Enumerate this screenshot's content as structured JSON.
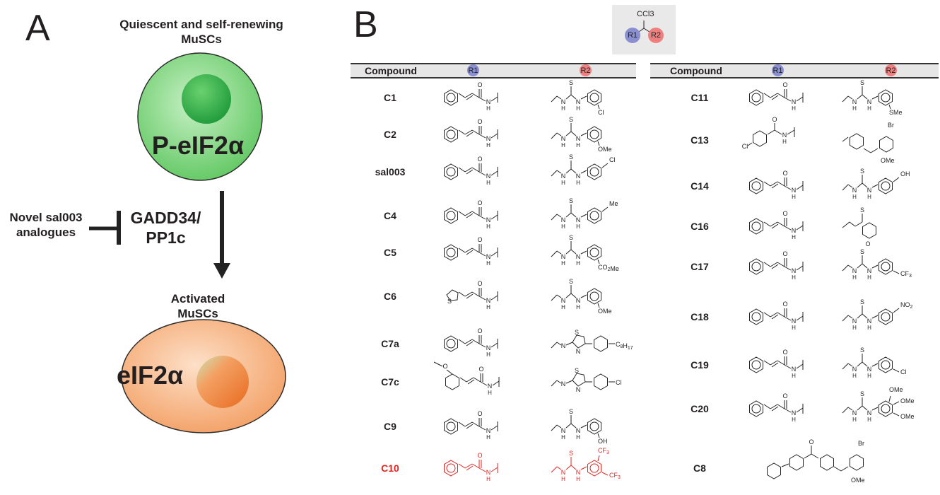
{
  "panel_a": {
    "letter": "A",
    "top_title_line1": "Quiescent and self-renewing",
    "top_title_line2": "MuSCs",
    "top_cell_label": "P-eIF2α",
    "inhibitor_line1": "Novel sal003",
    "inhibitor_line2": "analogues",
    "target_line1": "GADD34/",
    "target_line2": "PP1c",
    "bottom_title_line1": "Activated",
    "bottom_title_line2": "MuSCs",
    "bottom_cell_label": "eIF2α",
    "colors": {
      "quiescent_cell": "#7dd67b",
      "nucleus_green": "#2eaa45",
      "activated_cell": "#f4a36c",
      "nucleus_orange": "#ee7a2c"
    }
  },
  "panel_b": {
    "letter": "B",
    "scaffold": {
      "group": "CCl3",
      "r1": "R1",
      "r2": "R2",
      "r1_color": "#8a8fd0",
      "r2_color": "#ee8080"
    },
    "header": {
      "compound": "Compound",
      "r1": "R1",
      "r2": "R2"
    },
    "left_rows": [
      {
        "name": "C1",
        "r2_sub": "Cl",
        "r2_type": "thiourea-ortho"
      },
      {
        "name": "C2",
        "r2_sub": "OMe",
        "r2_type": "thiourea-ortho"
      },
      {
        "name": "sal003",
        "r2_sub": "Cl",
        "r2_type": "thiourea-para"
      },
      {
        "name": "C4",
        "r2_sub": "Me",
        "r2_type": "thiourea-para"
      },
      {
        "name": "C5",
        "r2_sub": "CO2Me",
        "r2_type": "thiourea-ortho"
      },
      {
        "name": "C6",
        "r2_sub": "OMe",
        "r2_type": "thiourea-ortho"
      },
      {
        "name": "C7a",
        "r2_sub": "C8H17",
        "r2_type": "thiazole"
      },
      {
        "name": "C7c",
        "r2_sub": "Cl",
        "r2_type": "thiazole"
      },
      {
        "name": "C9",
        "r2_sub": "OH",
        "r2_type": "thiourea-ortho"
      },
      {
        "name": "C10",
        "r2_sub": "CF3",
        "r2_type": "thiourea-bis",
        "highlight": true
      }
    ],
    "right_rows": [
      {
        "name": "C11",
        "r2_sub": "SMe",
        "r2_type": "thiourea-ortho"
      },
      {
        "name": "C13",
        "r2_sub": "Br",
        "r2_sub2": "OMe",
        "r1_sub": "Cl",
        "r2_type": "piperazine"
      },
      {
        "name": "C14",
        "r2_sub": "OH",
        "r2_type": "thiourea-para"
      },
      {
        "name": "C16",
        "r2_sub": "",
        "r2_type": "morpholine"
      },
      {
        "name": "C17",
        "r2_sub": "CF3",
        "r2_type": "thiourea-meta"
      },
      {
        "name": "C18",
        "r2_sub": "NO2",
        "r2_type": "thiourea-para"
      },
      {
        "name": "C19",
        "r2_sub": "Cl",
        "r2_type": "thiourea-meta"
      },
      {
        "name": "C20",
        "r2_sub": "OMe",
        "r2_type": "thiourea-tri"
      },
      {
        "name": "C8",
        "r2_sub": "Br",
        "r2_sub2": "OMe",
        "r2_type": "whole-molecule"
      }
    ],
    "atom_labels": {
      "oxygen": "O",
      "sulfur": "S",
      "nh": "N",
      "h": "H",
      "cl": "Cl",
      "n": "N"
    },
    "highlight_color": "#e0231f"
  }
}
